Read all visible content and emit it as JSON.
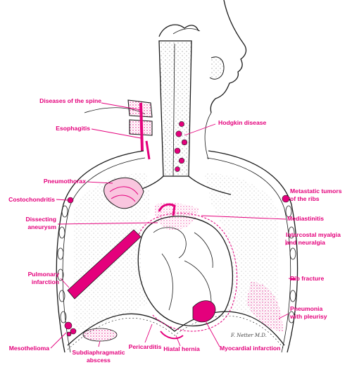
{
  "colors": {
    "accent": "#e4007c",
    "ink": "#1a1a1a",
    "stipple": "#f7b6d6",
    "background": "#ffffff"
  },
  "labels": {
    "diseases_of_spine": "Diseases of the spine",
    "esophagitis": "Esophagitis",
    "hodgkin_disease": "Hodgkin disease",
    "pneumothorax": "Pneumothorax",
    "costochondritis": "Costochondritis",
    "metastatic_line1": "Metastatic tumors",
    "metastatic_line2": "of the ribs",
    "dissecting_line1": "Dissecting",
    "dissecting_line2": "aneurysm",
    "mediastinitis": "Mediastinitis",
    "intercostal_line1": "Intercostal myalgia",
    "intercostal_line2": "and neuralgia",
    "pulmonary_line1": "Pulmonary",
    "pulmonary_line2": "infarction",
    "rib_fracture": "Rib fracture",
    "pneumonia_line1": "Pneumonia",
    "pneumonia_line2": "with pleurisy",
    "mesothelioma": "Mesothelioma",
    "pericarditis": "Pericarditis",
    "hiatal_hernia": "Hiatal hernia",
    "myocardial_infarction": "Myocardial infarction",
    "subdiaphragmatic_line1": "Subdiaphragmatic",
    "subdiaphragmatic_line2": "abscess"
  },
  "signature": "F. Netter M.D."
}
